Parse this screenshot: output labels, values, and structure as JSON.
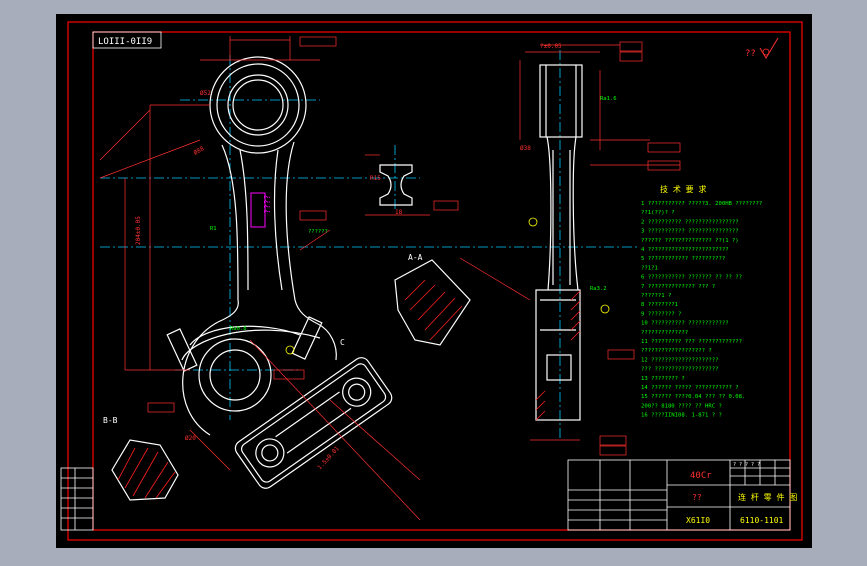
{
  "colors": {
    "window_bg": "#a7adba",
    "canvas": "#000000",
    "frame": "#ff0000",
    "part": "#ffffff",
    "dimension": "#ff3030",
    "centerline": "#00c8ff",
    "annotation": "#00ff00",
    "hatch": "#ff2020",
    "label": "#ff00ff",
    "tag": "#ffff00"
  },
  "drawing": {
    "code_tag": "LOIII-0II9",
    "roughness_mark": "??",
    "section_aa": "A-A",
    "section_bb": "B-B",
    "view_c": "C",
    "tech_title": "技  术  要  求",
    "tech_notes": [
      "1 ??????????? ?????3. 200HB ????????",
      "  ??1(??)? ?",
      "2 ?????????? ????????????????",
      "3 ??????????? ???????????????",
      "  ?????? ?????????????? ??(1 ?)",
      "4 ????????????????????????",
      "5 ???????????? ??????????",
      "  ??1?1",
      "6 ??????????? ??????? ?? ?? ??",
      "7 ?????????????? ??? ?",
      "  ??????1 ?",
      "8 ????????1",
      "9 ???????? ?",
      "10 ?????????? ????????????",
      "   ??????????????",
      "11 ????????? ??? ?????????????",
      "   ??????????????????? ?",
      "12 ????????????????????",
      "   ??? ???????????????????",
      "13 ???????? ?",
      "14 ?????? ????? ??????????? ?",
      "15 ?????? ????0.04 ??? ?? 0.08.",
      "   200?? 8180 ???? ?? HRC ?",
      "16 ????IINI08.  1-871 ? ?"
    ],
    "title_block": {
      "material": "40Cr",
      "name_left": "??",
      "title": "连 杆 零 件 图",
      "drawing_no": "6110-1101",
      "scale_code": "X61I0",
      "mark_row": "? ? ? ? ?"
    }
  }
}
